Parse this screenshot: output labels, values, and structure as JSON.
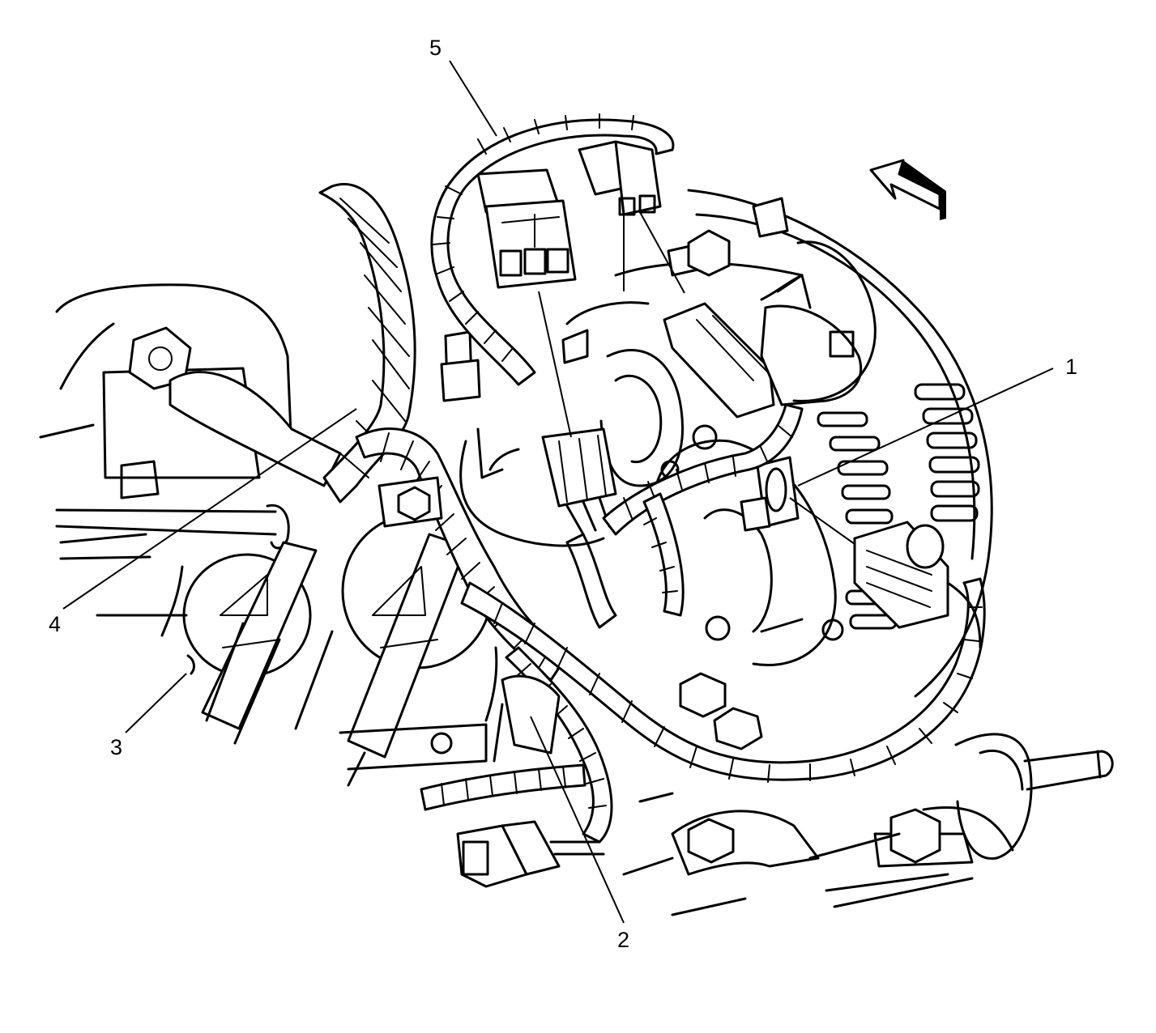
{
  "diagram": {
    "callouts": [
      {
        "id": "1",
        "label": "1"
      },
      {
        "id": "2",
        "label": "2"
      },
      {
        "id": "3",
        "label": "3"
      },
      {
        "id": "4",
        "label": "4"
      },
      {
        "id": "5",
        "label": "5"
      }
    ],
    "orientation_arrow": "view-direction-arrow-icon"
  }
}
